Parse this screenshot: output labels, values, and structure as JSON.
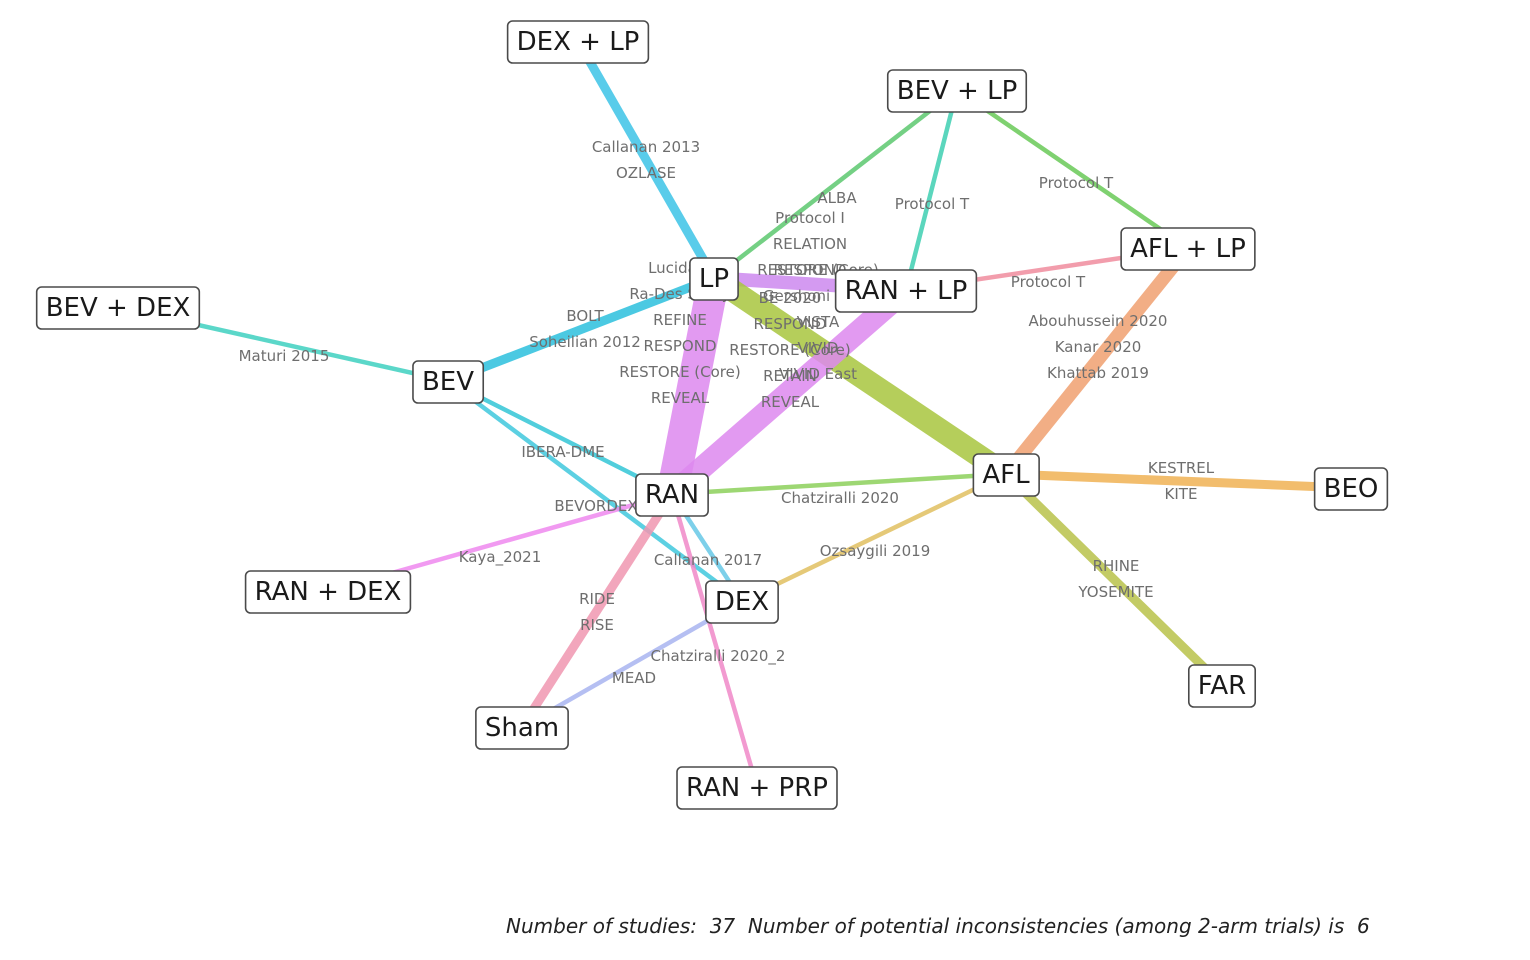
{
  "nodes": [
    {
      "id": "dexlp",
      "label": "DEX + LP"
    },
    {
      "id": "bevlp",
      "label": "BEV + LP"
    },
    {
      "id": "afllp",
      "label": "AFL + LP"
    },
    {
      "id": "lp",
      "label": "LP"
    },
    {
      "id": "ranlp",
      "label": "RAN + LP"
    },
    {
      "id": "bevdex",
      "label": "BEV + DEX"
    },
    {
      "id": "bev",
      "label": "BEV"
    },
    {
      "id": "afl",
      "label": "AFL"
    },
    {
      "id": "beo",
      "label": "BEO"
    },
    {
      "id": "ran",
      "label": "RAN"
    },
    {
      "id": "randex",
      "label": "RAN + DEX"
    },
    {
      "id": "dex",
      "label": "DEX"
    },
    {
      "id": "far",
      "label": "FAR"
    },
    {
      "id": "sham",
      "label": "Sham"
    },
    {
      "id": "ranprp",
      "label": "RAN + PRP"
    }
  ],
  "edges": [
    {
      "from": "dexlp",
      "to": "lp",
      "color": "#3cc3e6",
      "studies": 2,
      "labels": [
        "Callanan 2013",
        "OZLASE"
      ]
    },
    {
      "from": "bevlp",
      "to": "lp",
      "color": "#5cc86e",
      "studies": 1,
      "labels": [
        "ALBA"
      ]
    },
    {
      "from": "bevlp",
      "to": "ranlp",
      "color": "#3ecfb2",
      "studies": 1,
      "labels": [
        "Protocol T"
      ]
    },
    {
      "from": "bevlp",
      "to": "afllp",
      "color": "#69c957",
      "studies": 1,
      "labels": [
        "Protocol T"
      ]
    },
    {
      "from": "ranlp",
      "to": "afllp",
      "color": "#f08c9e",
      "studies": 1,
      "labels": [
        "Protocol T"
      ]
    },
    {
      "from": "lp",
      "to": "ranlp",
      "color": "#cc88ee",
      "studies": 3,
      "labels": [
        "Protocol I",
        "RELATION",
        "RESPOND"
      ]
    },
    {
      "from": "lp",
      "to": "bev",
      "color": "#2bc0dd",
      "studies": 2,
      "labels": [
        "BOLT",
        "Soheilian 2012"
      ]
    },
    {
      "from": "lp",
      "to": "ran",
      "color": "#dd88ee",
      "studies": 7,
      "labels": [
        "Lucidate",
        "Ra-Des Study",
        "REFINE",
        "RESPOND",
        "RESTORE (Core)",
        "REVEAL"
      ]
    },
    {
      "from": "lp",
      "to": "afl",
      "color": "#a8c63e",
      "studies": 5,
      "labels": [
        "RESTORE (Core)",
        "Gershoni 2020",
        "VISTA",
        "VIVID",
        "VIVID East"
      ]
    },
    {
      "from": "ranlp",
      "to": "ran",
      "color": "#dd88ee",
      "studies": 5,
      "labels": [
        "BE 2020",
        "RESPOND",
        "RESTORE (Core)",
        "RETAIN",
        "REVEAL"
      ]
    },
    {
      "from": "bevdex",
      "to": "bev",
      "color": "#3ed0c0",
      "studies": 1,
      "labels": [
        "Maturi 2015"
      ]
    },
    {
      "from": "bev",
      "to": "ran",
      "color": "#33c6d6",
      "studies": 1,
      "labels": [
        "IBERA-DME"
      ]
    },
    {
      "from": "bev",
      "to": "dex",
      "color": "#3fc8dd",
      "studies": 1,
      "labels": [
        "BEVORDEX"
      ]
    },
    {
      "from": "afllp",
      "to": "afl",
      "color": "#f0a070",
      "studies": 3,
      "labels": [
        "Abouhussein 2020",
        "Kanar 2020",
        "Khattab 2019"
      ]
    },
    {
      "from": "ran",
      "to": "afl",
      "color": "#8cd05a",
      "studies": 1,
      "labels": [
        "Chatziralli 2020"
      ]
    },
    {
      "from": "afl",
      "to": "beo",
      "color": "#f0b254",
      "studies": 2,
      "labels": [
        "KESTREL",
        "KITE"
      ]
    },
    {
      "from": "afl",
      "to": "far",
      "color": "#b8c24a",
      "studies": 2,
      "labels": [
        "RHINE",
        "YOSEMITE"
      ]
    },
    {
      "from": "afl",
      "to": "dex",
      "color": "#e0c060",
      "studies": 1,
      "labels": [
        "Ozsaygili 2019"
      ]
    },
    {
      "from": "ran",
      "to": "randex",
      "color": "#ee88ee",
      "studies": 1,
      "labels": [
        "Kaya_2021"
      ]
    },
    {
      "from": "ran",
      "to": "dex",
      "color": "#66c8e6",
      "studies": 1,
      "labels": [
        "Callanan 2017"
      ]
    },
    {
      "from": "ran",
      "to": "sham",
      "color": "#f096b0",
      "studies": 2,
      "labels": [
        "RIDE",
        "RISE"
      ]
    },
    {
      "from": "ran",
      "to": "ranprp",
      "color": "#f088c8",
      "studies": 1,
      "labels": [
        "Chatziralli 2020_2"
      ]
    },
    {
      "from": "dex",
      "to": "sham",
      "color": "#a8b4f0",
      "studies": 1,
      "labels": [
        "MEAD"
      ]
    }
  ],
  "footer": "Number of studies:  37  Number of potential inconsistencies (among 2-arm trials) is  6"
}
